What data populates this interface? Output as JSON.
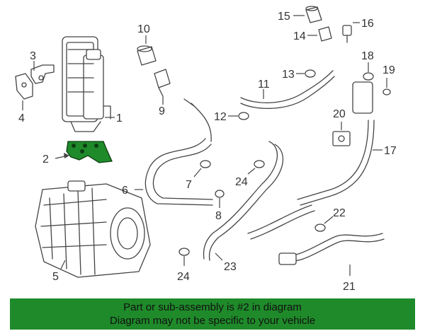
{
  "callouts": {
    "c1": "1",
    "c2": "2",
    "c3": "3",
    "c4": "4",
    "c5": "5",
    "c6": "6",
    "c7": "7",
    "c8": "8",
    "c9": "9",
    "c10": "10",
    "c11": "11",
    "c12": "12",
    "c13": "13",
    "c14": "14",
    "c15": "15",
    "c16": "16",
    "c17": "17",
    "c18": "18",
    "c19": "19",
    "c20": "20",
    "c21": "21",
    "c22": "22",
    "c23": "23",
    "c24a": "24",
    "c24b": "24"
  },
  "highlight_color": "#1f8a2a",
  "banner": {
    "line1": "Part or sub-assembly is #2 in diagram",
    "line2": "Diagram may not be specific to your vehicle"
  }
}
